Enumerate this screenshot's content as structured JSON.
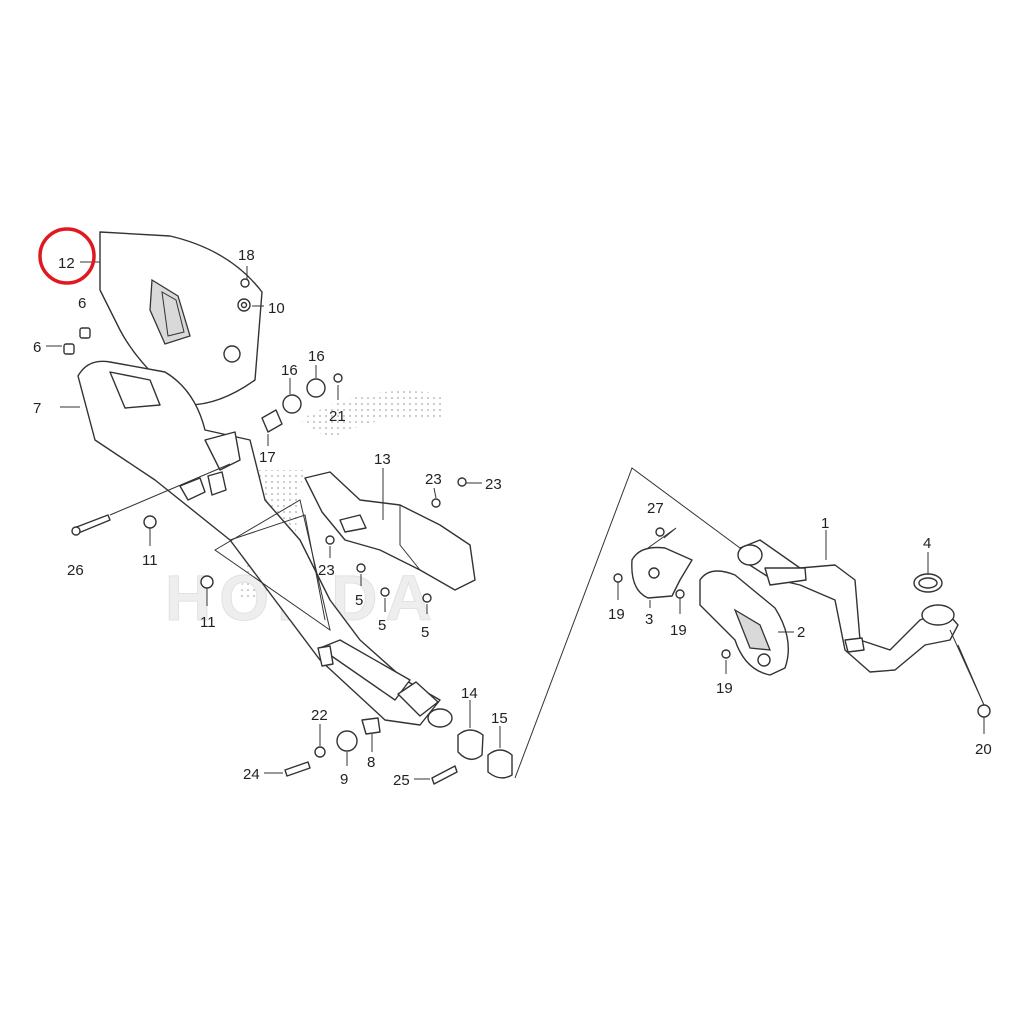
{
  "diagram": {
    "labels": {
      "p1": "1",
      "p2": "2",
      "p3": "3",
      "p4": "4",
      "p5a": "5",
      "p5b": "5",
      "p5c": "5",
      "p6a": "6",
      "p6b": "6",
      "p7": "7",
      "p8": "8",
      "p9": "9",
      "p10": "10",
      "p11a": "11",
      "p11b": "11",
      "p12": "12",
      "p13": "13",
      "p14": "14",
      "p15": "15",
      "p16a": "16",
      "p16b": "16",
      "p17": "17",
      "p18": "18",
      "p19a": "19",
      "p19b": "19",
      "p19c": "19",
      "p20": "20",
      "p21": "21",
      "p22": "22",
      "p23a": "23",
      "p23b": "23",
      "p23c": "23",
      "p24": "24",
      "p25": "25",
      "p26": "26",
      "p27": "27"
    },
    "watermark": "HONDA",
    "highlight": {
      "target": "12",
      "color": "#e0191f"
    },
    "colors": {
      "line": "#333333",
      "pattern": "#bdbdbd"
    }
  }
}
